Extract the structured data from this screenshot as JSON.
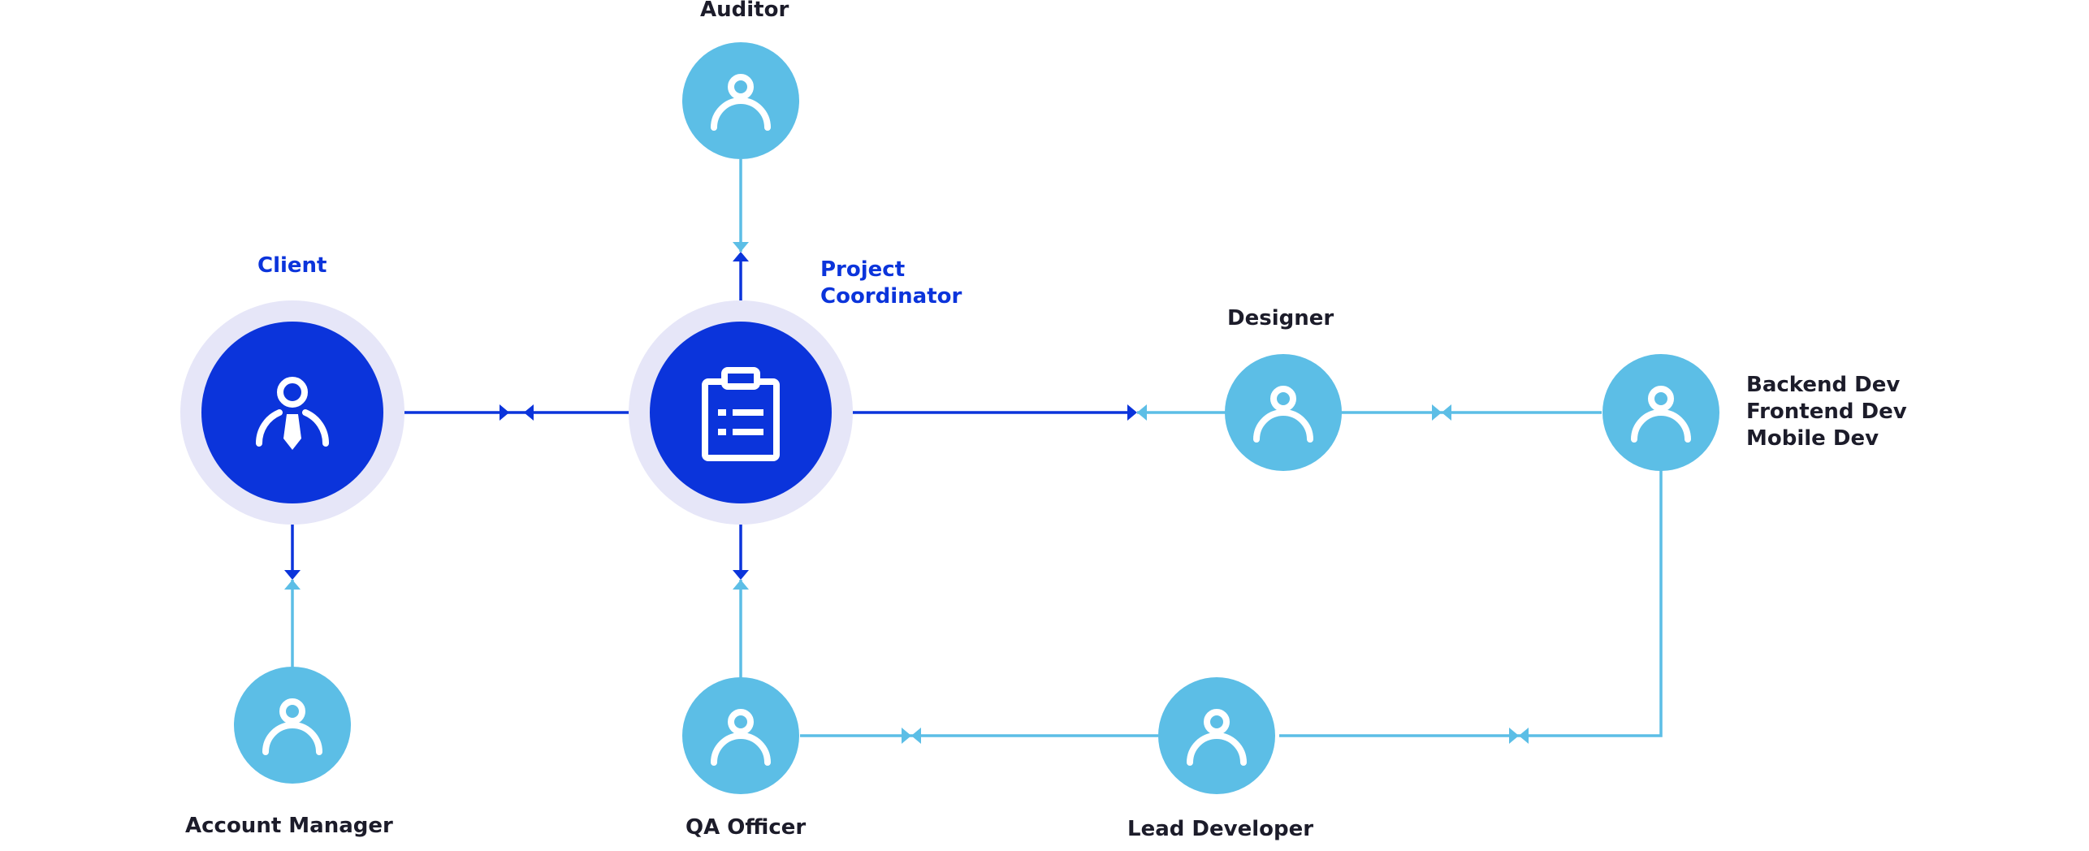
{
  "colors": {
    "primary": "#0b34db",
    "primary_halo": "#e6e6f8",
    "secondary": "#5cbee6",
    "icon": "#ffffff",
    "text": "#1c1c2a"
  },
  "nodes": {
    "auditor": {
      "label": "Auditor",
      "icon": "person-icon"
    },
    "client": {
      "label": "Client",
      "icon": "person-with-tie-icon"
    },
    "project_coordinator": {
      "label_line1": "Project",
      "label_line2": "Coordinator",
      "icon": "clipboard-icon"
    },
    "designer": {
      "label": "Designer",
      "icon": "person-icon"
    },
    "developers": {
      "label_line1": "Backend Dev",
      "label_line2": "Frontend Dev",
      "label_line3": "Mobile Dev",
      "icon": "person-icon"
    },
    "account_manager": {
      "label": "Account Manager",
      "icon": "person-icon"
    },
    "qa_officer": {
      "label": "QA Officer",
      "icon": "person-icon"
    },
    "lead_developer": {
      "label": "Lead Developer",
      "icon": "person-icon"
    }
  }
}
